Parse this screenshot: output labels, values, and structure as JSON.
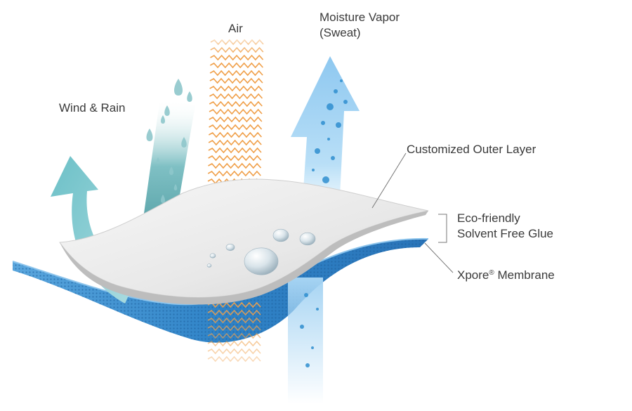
{
  "labels": {
    "wind_rain": "Wind & Rain",
    "air": "Air",
    "moisture_vapor": [
      "Moisture Vapor",
      "(Sweat)"
    ],
    "outer_layer": "Customized Outer Layer",
    "glue": [
      "Eco-friendly",
      "Solvent Free Glue"
    ],
    "membrane_name": "Xpore",
    "membrane_mark": "®",
    "membrane_suffix": " Membrane"
  },
  "colors": {
    "wind_arrow": "#7cc7cc",
    "rain_band": "#4f9ea3",
    "air_waves": "#f0a04a",
    "vapor_arrow": "#9fd0f2",
    "outer_layer": "#ececec",
    "membrane": "#2e7fc4",
    "text": "#3a3a3a"
  }
}
